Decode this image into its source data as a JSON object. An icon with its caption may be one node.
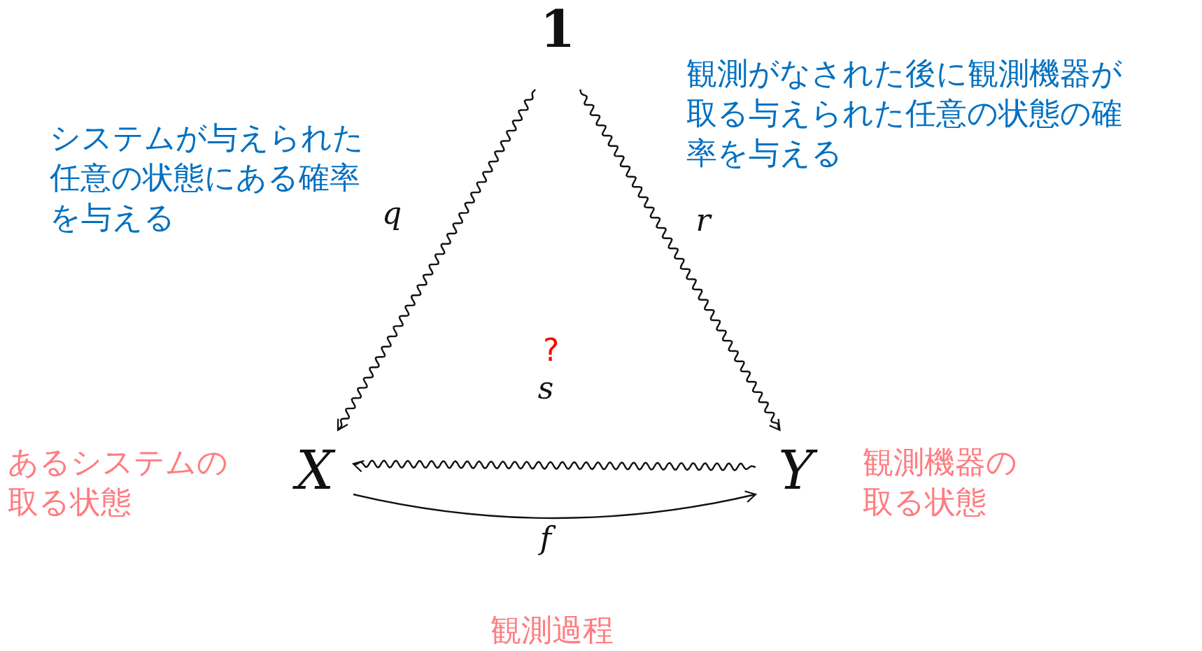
{
  "diagram": {
    "nodes": [
      {
        "text": [
          "1"
        ]
      },
      {
        "text": [
          "X"
        ],
        "beside": [
          "あるシステムの取る状態"
        ]
      },
      {
        "text": [
          "Y"
        ],
        "beside": [
          "観測機器の取る状態"
        ]
      }
    ],
    "edges": [
      {
        "from": 0,
        "to": 1,
        "arrow": "to",
        "label": "q"
      },
      {
        "from": 0,
        "to": 2,
        "arrow": "to",
        "label": "r"
      },
      {
        "from": 2,
        "to": 1,
        "arrow": "to",
        "label": "s"
      },
      {
        "from": 1,
        "to": 2,
        "arrow": "to",
        "label": "f"
      }
    ],
    "labels": [
      "システムが与えられた任意の状態にある確率を与える",
      "観測がなされた後に観測機器が取る与えられた任意の状態の確率を与える",
      "?",
      "観測過程"
    ]
  }
}
